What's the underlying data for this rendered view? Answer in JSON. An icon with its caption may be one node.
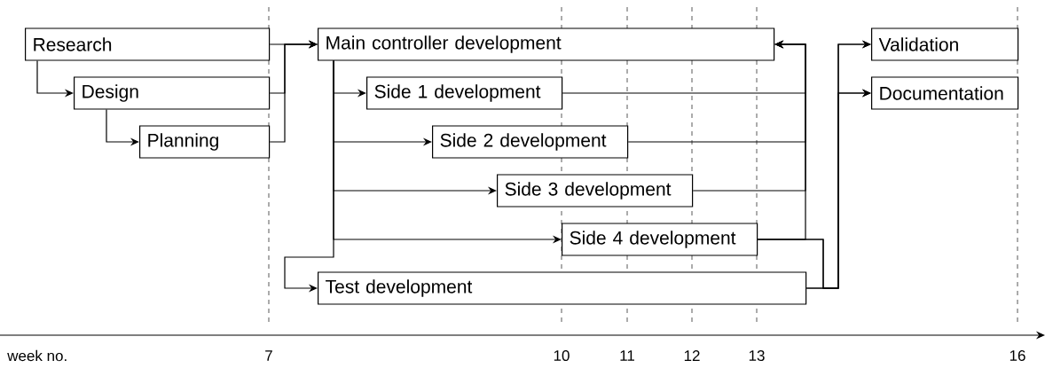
{
  "diagram": {
    "nodes": [
      {
        "text": [
          "Research"
        ]
      },
      {
        "text": [
          "Design"
        ]
      },
      {
        "text": [
          "Planning"
        ]
      },
      {
        "text": [
          "Main controller development"
        ]
      },
      {
        "text": [
          "Side 1 development"
        ]
      },
      {
        "text": [
          "Side 2 development"
        ]
      },
      {
        "text": [
          "Side 3 development"
        ]
      },
      {
        "text": [
          "Side 4 development"
        ]
      },
      {
        "text": [
          "Test development"
        ]
      },
      {
        "text": [
          "Validation"
        ]
      },
      {
        "text": [
          "Documentation"
        ]
      }
    ],
    "edges": [
      {
        "from": 0,
        "to": 1,
        "arrow": "to"
      },
      {
        "from": 1,
        "to": 2,
        "arrow": "to"
      },
      {
        "from": 0,
        "to": 3,
        "arrow": "to"
      },
      {
        "from": 1,
        "to": 3,
        "arrow": "to"
      },
      {
        "from": 2,
        "to": 3,
        "arrow": "to"
      },
      {
        "from": 3,
        "to": 4,
        "arrow": "to"
      },
      {
        "from": 3,
        "to": 5,
        "arrow": "to"
      },
      {
        "from": 3,
        "to": 6,
        "arrow": "to"
      },
      {
        "from": 3,
        "to": 7,
        "arrow": "to"
      },
      {
        "from": 3,
        "to": 8,
        "arrow": "to"
      },
      {
        "from": 4,
        "to": 3,
        "arrow": "to"
      },
      {
        "from": 5,
        "to": 3,
        "arrow": "to"
      },
      {
        "from": 6,
        "to": 3,
        "arrow": "to"
      },
      {
        "from": 7,
        "to": 3,
        "arrow": "to"
      },
      {
        "from": 7,
        "to": 9,
        "arrow": "to"
      },
      {
        "from": 7,
        "to": 10,
        "arrow": "to"
      },
      {
        "from": 8,
        "to": 9,
        "arrow": "to"
      },
      {
        "from": 8,
        "to": 10,
        "arrow": "to"
      }
    ],
    "labels": [
      "week no.",
      "7",
      "10",
      "11",
      "12",
      "13",
      "16"
    ]
  }
}
